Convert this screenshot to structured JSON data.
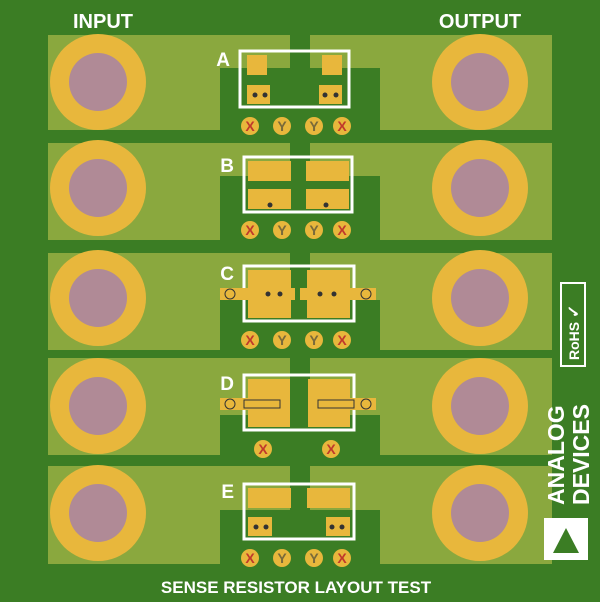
{
  "header": {
    "input_label": "INPUT",
    "output_label": "OUTPUT"
  },
  "rows": [
    {
      "label": "A",
      "vias": [
        "X",
        "Y",
        "Y",
        "X"
      ]
    },
    {
      "label": "B",
      "vias": [
        "X",
        "Y",
        "Y",
        "X"
      ]
    },
    {
      "label": "C",
      "vias": [
        "X",
        "Y",
        "Y",
        "X"
      ]
    },
    {
      "label": "D",
      "vias": [
        "X",
        "X"
      ]
    },
    {
      "label": "E",
      "vias": [
        "X",
        "Y",
        "Y",
        "X"
      ]
    }
  ],
  "footer": {
    "title": "SENSE RESISTOR LAYOUT TEST"
  },
  "rohs": {
    "text": "RoHS",
    "check": "✓"
  },
  "logo": {
    "line1": "ANALOG",
    "line2": "DEVICES"
  },
  "colors": {
    "board": "#3b7d24",
    "copper": "#8aa83e",
    "gold": "#e8b73c",
    "pad_center": "#b08a96",
    "silk": "#ffffff",
    "via_mark": "#c0392b"
  }
}
